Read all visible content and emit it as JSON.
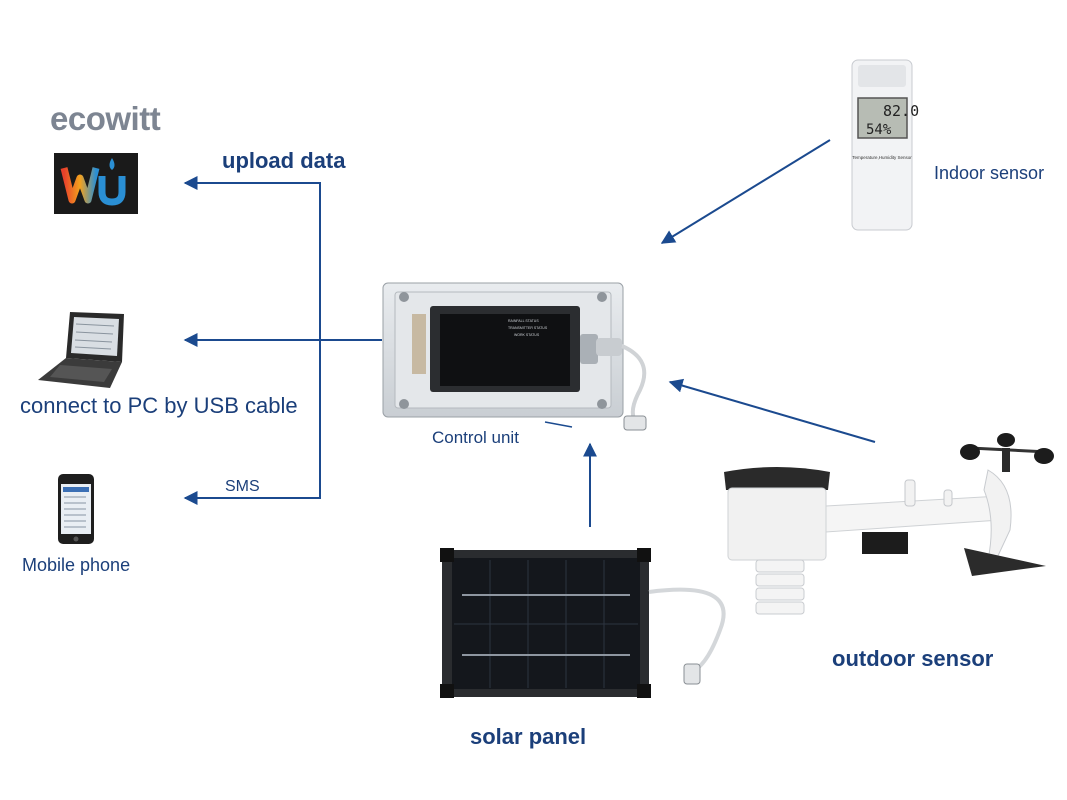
{
  "brand": {
    "logo_text": "ecowitt"
  },
  "labels": {
    "upload_data": "upload data",
    "usb": "connect to PC by USB cable",
    "sms": "SMS",
    "mobile_phone": "Mobile phone",
    "control_unit": "Control unit",
    "indoor_sensor": "Indoor sensor",
    "outdoor_sensor": "outdoor sensor",
    "solar_panel": "solar panel"
  },
  "devices": {
    "indoor_display": [
      "82.0",
      "54%"
    ],
    "indoor_caption": "Temperature,Humidity Sensor",
    "control_unit_panel": [
      "RAINFALL STATUS",
      "TRANSMITTER STATUS",
      "WORK STATUS"
    ]
  },
  "colors": {
    "arrow": "#1b4a8f",
    "label": "#1b3f7a",
    "logo": "#7d8592"
  },
  "icons": [
    "wu-logo-icon",
    "laptop-icon",
    "mobile-phone-icon",
    "indoor-sensor-icon",
    "control-unit-icon",
    "solar-panel-icon",
    "outdoor-sensor-icon"
  ]
}
